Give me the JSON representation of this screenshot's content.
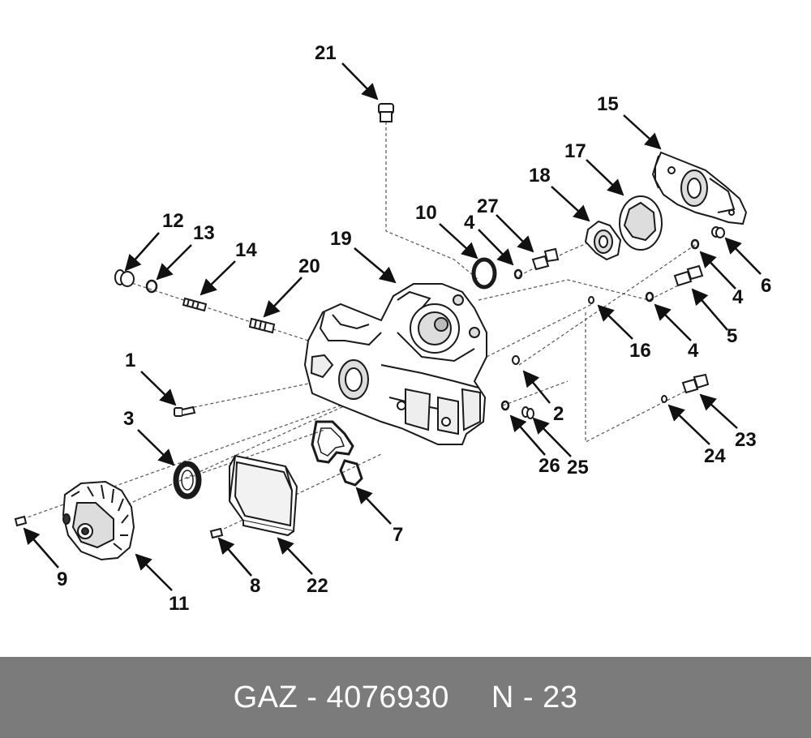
{
  "diagram": {
    "callouts": {
      "c1": "1",
      "c2": "2",
      "c3": "3",
      "c4a": "4",
      "c4b": "4",
      "c4c": "4",
      "c5": "5",
      "c6": "6",
      "c7": "7",
      "c8": "8",
      "c9": "9",
      "c10": "10",
      "c11": "11",
      "c12": "12",
      "c13": "13",
      "c14": "14",
      "c15": "15",
      "c16": "16",
      "c17": "17",
      "c18": "18",
      "c19": "19",
      "c20": "20",
      "c21": "21",
      "c22": "22",
      "c23": "23",
      "c24": "24",
      "c25": "25",
      "c26": "26",
      "c27": "27"
    }
  },
  "footer": {
    "part_code": "GAZ - 4076930",
    "number": "N - 23"
  },
  "colors": {
    "footer_bg": "#7b7b7b",
    "footer_text": "#ffffff",
    "line_art": "#1a1a1a"
  }
}
